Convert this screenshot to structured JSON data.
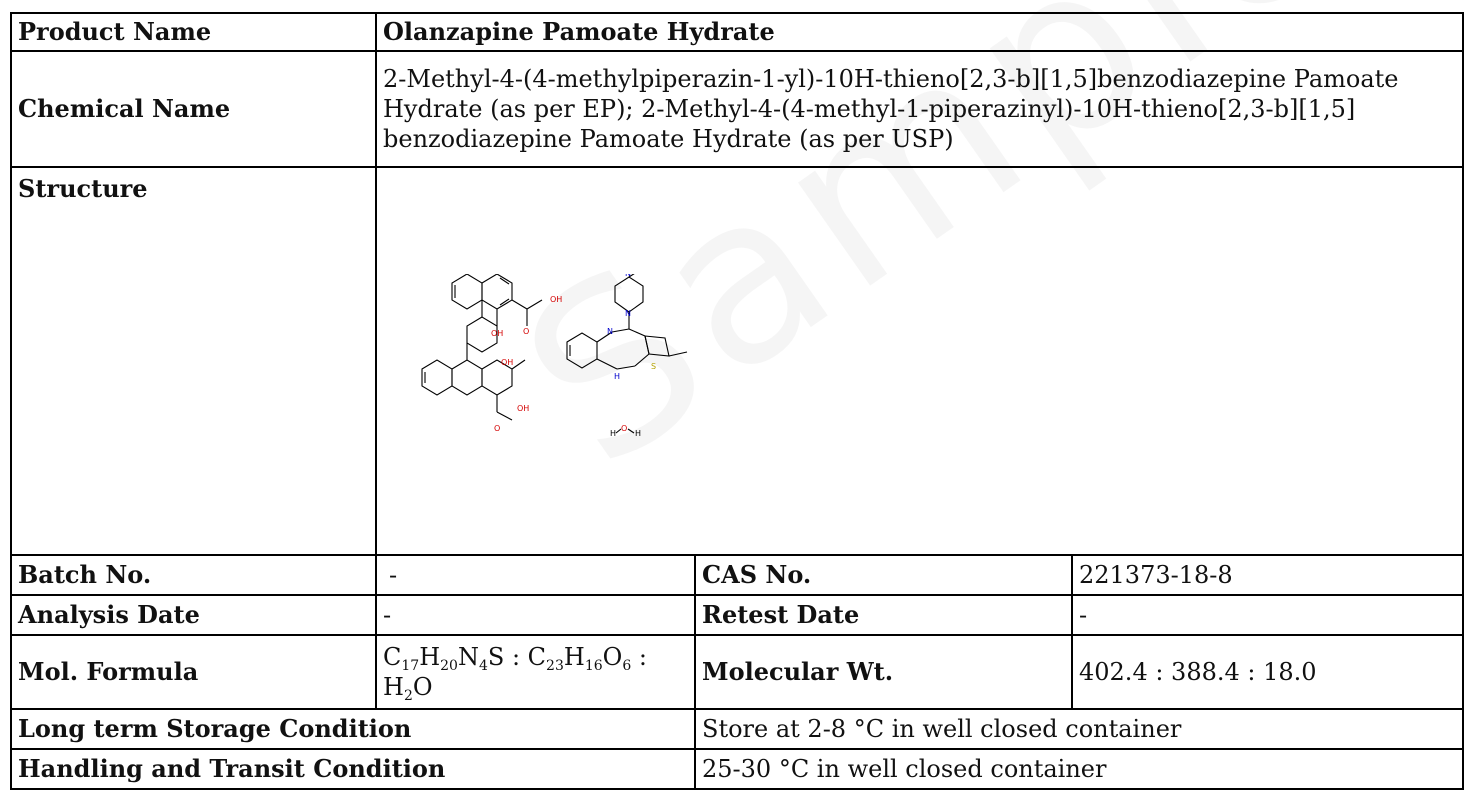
{
  "watermark": "Sample COA",
  "rows": {
    "product": {
      "label": "Product Name",
      "value": "Olanzapine Pamoate Hydrate"
    },
    "chemical": {
      "label": "Chemical Name",
      "value": "2-Methyl-4-(4-methylpiperazin-1-yl)-10H-thieno[2,3-b][1,5]benzodiazepine Pamoate Hydrate (as per EP); 2-Methyl-4-(4-methyl-1-piperazinyl)-10H-thieno[2,3-b][1,5] benzodiazepine Pamoate Hydrate (as per USP)"
    },
    "structure": {
      "label": "Structure",
      "atoms": {
        "oh1": "OH",
        "oh2": "OH",
        "oh3": "OH",
        "oh4": "OH",
        "o1": "O",
        "o2": "O",
        "n1": "N",
        "n2": "N",
        "n3": "N",
        "nh": "H",
        "s": "S",
        "h_left": "H",
        "o_water": "O",
        "h_right": "H"
      }
    },
    "batch": {
      "label": "Batch No.",
      "value": "-"
    },
    "cas": {
      "label": "CAS No.",
      "value": "221373-18-8"
    },
    "analysis": {
      "label": "Analysis Date",
      "value": "-"
    },
    "retest": {
      "label": "Retest Date",
      "value": "-"
    },
    "formula": {
      "label": "Mol. Formula",
      "parts": {
        "c1": "C",
        "c1n": "17",
        "h1": "H",
        "h1n": "20",
        "n1": "N",
        "n1n": "4",
        "s1": "S : C",
        "c2n": "23",
        "h2": "H",
        "h2n": "16",
        "o2": "O",
        "o2n": "6",
        "sep": " :",
        "h3": "H",
        "h3n": "2",
        "o3": "O"
      }
    },
    "mw": {
      "label": "Molecular Wt.",
      "value": "402.4 : 388.4 : 18.0"
    },
    "storage": {
      "label": "Long term Storage Condition",
      "value": "Store at 2-8 °C in well closed container"
    },
    "handling": {
      "label": "Handling and Transit Condition",
      "value": "25-30 °C in well closed container"
    }
  },
  "colors": {
    "oxygen": "#d40000",
    "nitrogen": "#0000cc",
    "sulfur": "#b3a100",
    "bond": "#000000"
  }
}
